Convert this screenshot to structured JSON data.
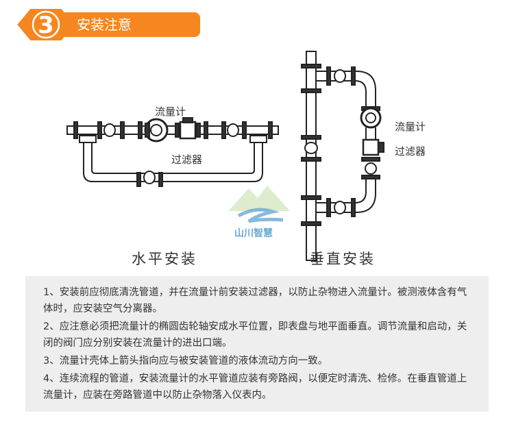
{
  "header": {
    "number": "3",
    "title": "安装注意"
  },
  "diagram": {
    "horizontal": {
      "flowmeter_label": "流量计",
      "filter_label": "过滤器",
      "caption": "水平安装"
    },
    "vertical": {
      "flowmeter_label": "流量计",
      "filter_label": "过滤器",
      "caption": "垂直安装"
    },
    "watermark": "山川智慧"
  },
  "notes": [
    "1、安装前应彻底清洗管道，并在流量计前安装过滤器，以防止杂物进入流量计。被测液体含有气体时，应安装空气分离器。",
    "2、应注意必须把流量计的椭圆齿轮轴安成水平位置，即表盘与地平面垂直。调节流量和启动，关闭的阀门应分别安装在流量计的进出口端。",
    "3、流量计壳体上箭头指向应与被安装管道的液体流动方向一致。",
    "4、连续流程的管道，安装流量计的水平管道应装有旁路阀，以便定时清洗、检修。在垂直管道上流量计，应装在旁路管道中以防止杂物落入仪表内。"
  ],
  "colors": {
    "accent": "#f6861f",
    "notes_bg": "#eeeeee",
    "watermark": "#6aa8d6"
  }
}
